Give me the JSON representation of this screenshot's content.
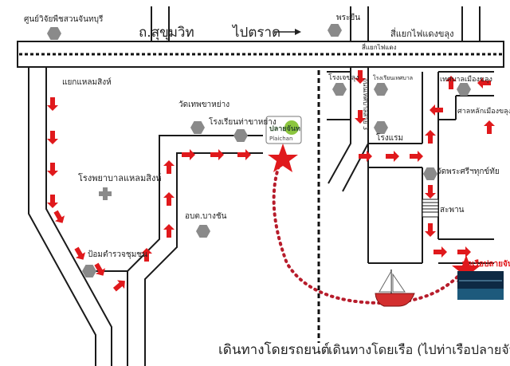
{
  "title": "",
  "labels": {
    "research_center": "ศูนย์วิจัยพืชสวนจันทบุรี",
    "sukhumvit": "ถ.สุขุมวิท",
    "to_trat": "ไปตราด",
    "phra_yuen": "พระยืน",
    "intersection_daengchalong": "สี่แยกไฟแดงขลุง",
    "intersection_traffic_light": "สี่แยกไฟแดง",
    "laem_sing_junction": "แยกแหลมสิงห์",
    "wat_thep_tha_yang": "วัดเทพขาหย่าง",
    "school_tha_yang": "โรงเรียนท่าขาหย่าง",
    "laem_sing_hospital": "โรงพยาบาลแหลมสิงห์",
    "obt_bang_chan": "อบต.บางชัน",
    "police_booth": "ป้อมตำรวจชุมชน",
    "khlung_school": "โรงเรียนเทศบาล",
    "khlung_hospital": "โรงเจขลุง",
    "municipality": "เทศบาลเมืองขลุง",
    "city_pillar": "ศาลหลักเมืองขลุง",
    "hotel": "โรงแรม",
    "wat_phra_si": "วัดพระศรีฯทุกข์ทัย",
    "bridge": "สะพาน",
    "pier": "ท่าเรือปลายจันท์",
    "street_vertical": "ถนนเทศบาลสาย 3"
  },
  "logo": {
    "text": "ปลายจันท",
    "subtext": "Plaichan"
  },
  "footer": {
    "by_car": "เดินทางโดยรถยนต์",
    "by_boat": "เดินทางโดยเรือ (ไปท่าเรือปลายจันท์)"
  },
  "colors": {
    "road": "#1a1a1a",
    "arrow": "#e0191c",
    "landmark": "#8a8a8a",
    "route_dots": "#b71c2b",
    "boat": "#d32f2f",
    "star": "#e0191c"
  },
  "icons": [
    "arrow-right-icon",
    "arrow-down-icon",
    "arrow-up-icon",
    "arrow-left-icon",
    "landmark-hexagon-icon",
    "hospital-cross-icon",
    "star-icon",
    "boat-icon",
    "bridge-icon"
  ]
}
